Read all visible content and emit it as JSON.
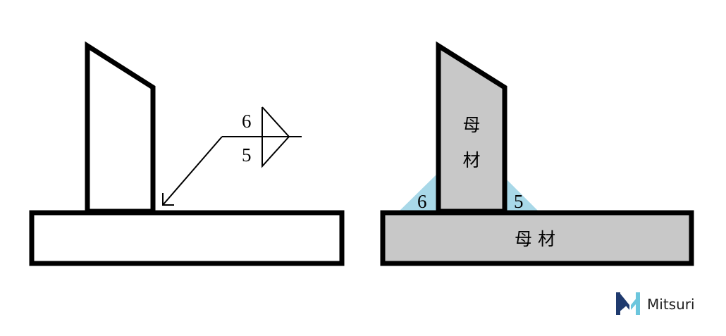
{
  "left_panel": {
    "weld_symbol": {
      "arrow_side_size": "5",
      "other_side_size": "6"
    }
  },
  "right_panel": {
    "vertical_plate_label_top": "母",
    "vertical_plate_label_bottom": "材",
    "base_plate_label": "母 材",
    "left_fillet_size": "6",
    "right_fillet_size": "5"
  },
  "brand": {
    "name": "Mitsuri",
    "icon": "m-logo-icon"
  },
  "colors": {
    "plate_fill": "#c8c8c8",
    "weld_fill": "#a8d8e8",
    "outline": "#000000",
    "logo_dark": "#1f3a6e",
    "logo_light": "#6cc6dd"
  }
}
